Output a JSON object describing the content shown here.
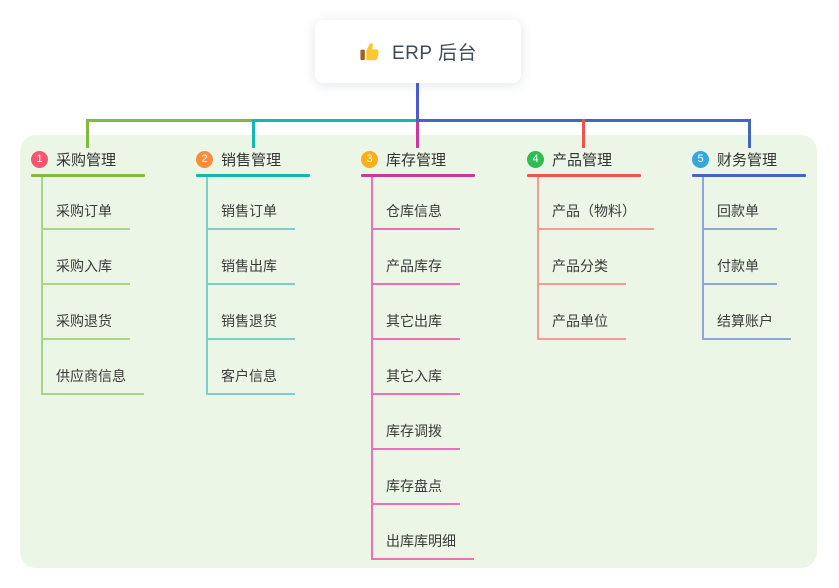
{
  "root": {
    "title": "ERP 后台",
    "icon": "thumbs-up-icon"
  },
  "colors": {
    "page_background": "#ffffff",
    "container_background": "#EBF6E6",
    "root_card_background": "#ffffff",
    "root_text": "#3D4A57",
    "root_connector": "#4C5BD4",
    "bus_right": "#4166C6",
    "node_text": "#3A3A3A"
  },
  "branches": [
    {
      "index": "1",
      "title": "采购管理",
      "badge_color": "#F5566D",
      "line_color": "#7EBB3F",
      "sub_line_color": "#A9D58B",
      "children": [
        "采购订单",
        "采购入库",
        "采购退货",
        "供应商信息"
      ]
    },
    {
      "index": "2",
      "title": "销售管理",
      "badge_color": "#FA8C3E",
      "line_color": "#14B8B1",
      "sub_line_color": "#7CD0C9",
      "children": [
        "销售订单",
        "销售出库",
        "销售退货",
        "客户信息"
      ]
    },
    {
      "index": "3",
      "title": "库存管理",
      "badge_color": "#FAAF18",
      "line_color": "#CA3A9D",
      "sub_line_color": "#F06EB8",
      "children": [
        "仓库信息",
        "产品库存",
        "其它出库",
        "其它入库",
        "库存调拨",
        "库存盘点",
        "出库库明细"
      ]
    },
    {
      "index": "4",
      "title": "产品管理",
      "badge_color": "#2FBD51",
      "line_color": "#F0534E",
      "sub_line_color": "#F79B92",
      "children": [
        "产品（物料）",
        "产品分类",
        "产品单位"
      ]
    },
    {
      "index": "5",
      "title": "财务管理",
      "badge_color": "#35A7DF",
      "line_color": "#4166C6",
      "sub_line_color": "#8FA6DB",
      "children": [
        "回款单",
        "付款单",
        "结算账户"
      ]
    }
  ]
}
